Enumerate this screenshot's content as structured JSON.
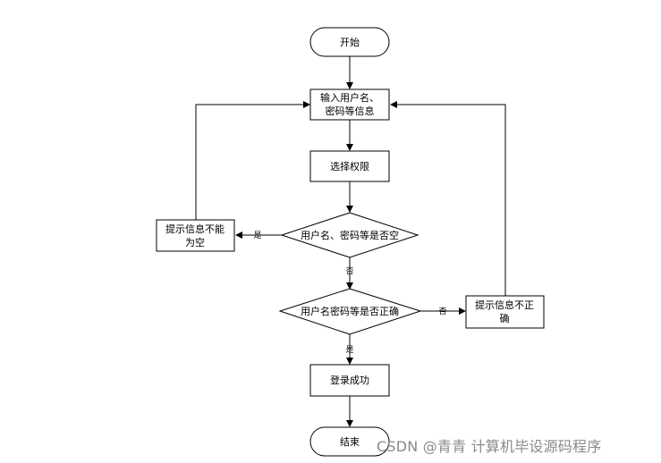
{
  "nodes": {
    "start": {
      "lines": [
        "开始"
      ]
    },
    "input_info": {
      "lines": [
        "输入用户名、",
        "密码等信息"
      ]
    },
    "select_permission": {
      "lines": [
        "选择权限"
      ]
    },
    "check_empty": {
      "lines": [
        "用户名、密码等是否空"
      ]
    },
    "prompt_empty": {
      "lines": [
        "提示信息不能",
        "为空"
      ]
    },
    "check_correct": {
      "lines": [
        "用户名密码等是否正确"
      ]
    },
    "prompt_incorrect": {
      "lines": [
        "提示信息不正",
        "确"
      ]
    },
    "login_success": {
      "lines": [
        "登录成功"
      ]
    },
    "end": {
      "lines": [
        "结束"
      ]
    }
  },
  "edge_labels": {
    "empty_yes": "是",
    "empty_no": "否",
    "correct_no": "否",
    "correct_yes": "是"
  },
  "watermark": "CSDN @青青  计算机毕设源码程序"
}
